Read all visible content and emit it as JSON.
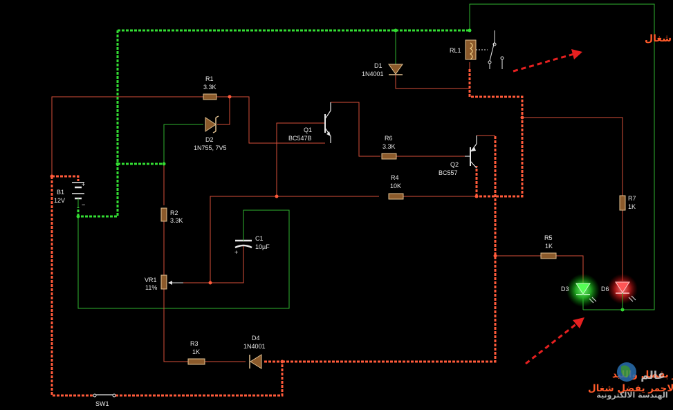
{
  "colors": {
    "background": "#000000",
    "wire_live_green": "#33dd33",
    "wire_green": "#2fb52f",
    "wire_red": "#ff5a3a",
    "wire_red_dark": "#c0392b",
    "component": "#8b5a2b",
    "annotation": "#ff5a2a"
  },
  "components": {
    "b1": {
      "name": "B1",
      "value": "12V"
    },
    "r1": {
      "name": "R1",
      "value": "3.3K"
    },
    "d2": {
      "name": "D2",
      "value": "1N755, 7V5"
    },
    "r2": {
      "name": "R2",
      "value": "3.3K"
    },
    "vr1": {
      "name": "VR1",
      "value": "11%"
    },
    "c1": {
      "name": "C1",
      "value": "10µF",
      "polarity": "+"
    },
    "q1": {
      "name": "Q1",
      "value": "BC547B"
    },
    "r6": {
      "name": "R6",
      "value": "3.3K"
    },
    "q2": {
      "name": "Q2",
      "value": "BC557"
    },
    "r4": {
      "name": "R4",
      "value": "10K"
    },
    "d1": {
      "name": "D1",
      "value": "1N4001"
    },
    "rl1": {
      "name": "RL1"
    },
    "r7": {
      "name": "R7",
      "value": "1K"
    },
    "r5": {
      "name": "R5",
      "value": "1K"
    },
    "d3": {
      "name": "D3"
    },
    "d6": {
      "name": "D6"
    },
    "r3": {
      "name": "R3",
      "value": "1K"
    },
    "d4": {
      "name": "D4",
      "value": "1N4001"
    },
    "sw1": {
      "name": "SW1"
    }
  },
  "annotations": {
    "relay_on": "يكون الريلاي شغال",
    "leds_line1": "عايز الليد الاخضر بفصل والليد",
    "leds_line2": "الاحمر يفضل شغال"
  },
  "watermark": {
    "line1": "عالم",
    "line2": "الهندسة الالكترونية"
  }
}
